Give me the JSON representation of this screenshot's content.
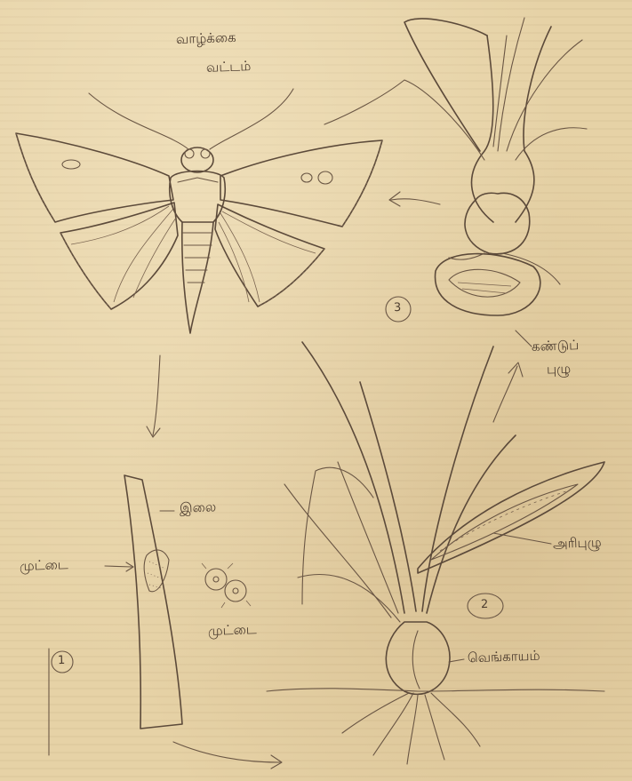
{
  "labels": {
    "life_cycle_title_1": "வாழ்க்கை",
    "life_cycle_title_2": "வட்டம்",
    "larva_label": "இலை",
    "egg_left": "முட்டை",
    "egg_right": "முட்டை",
    "stage_1": "1",
    "stage_2": "2",
    "stage_3": "3",
    "damage_label_1": "கண்டுப்",
    "damage_label_2": "புழு",
    "caterpillar_label": "அரிபுழு",
    "onion_label": "வெங்காயம்"
  }
}
